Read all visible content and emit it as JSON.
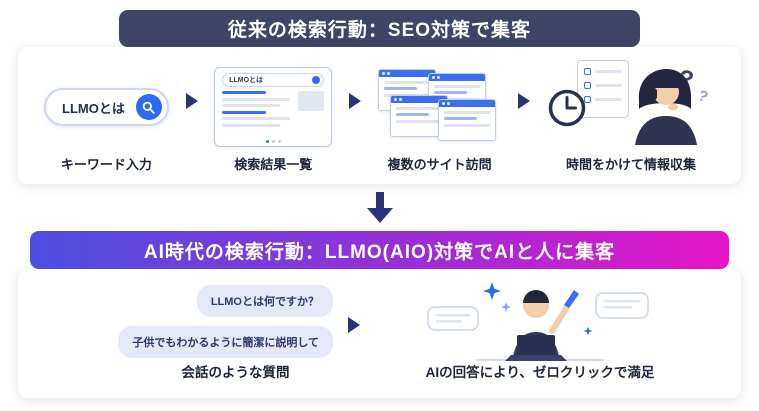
{
  "top_section": {
    "header": "従来の検索行動：SEO対策で集客",
    "search_pill_text": "LLMOとは",
    "browser_search_text": "LLMOとは",
    "steps": [
      {
        "label": "キーワード入力"
      },
      {
        "label": "検索結果一覧"
      },
      {
        "label": "複数のサイト訪問"
      },
      {
        "label": "時間をかけて情報収集"
      }
    ]
  },
  "bottom_section": {
    "header": "AI時代の検索行動：LLMO(AIO)対策でAIと人に集客",
    "chat_bubbles": [
      {
        "text": "LLMOとは何ですか？"
      },
      {
        "text": "子供でもわかるように簡潔に説明して"
      }
    ],
    "question_label": "会話のような質問",
    "answer_label": "AIの回答により、ゼロクリックで満足"
  },
  "colors": {
    "header_navy": "#3f4566",
    "accent_blue": "#2e6bf0",
    "window_blue": "#3b6ff0",
    "gradient_start": "#4b4fe0",
    "gradient_end": "#e714c8",
    "bubble_bg": "#e5e9f7",
    "arrow_navy": "#2a3376",
    "text_dark": "#20263a"
  }
}
